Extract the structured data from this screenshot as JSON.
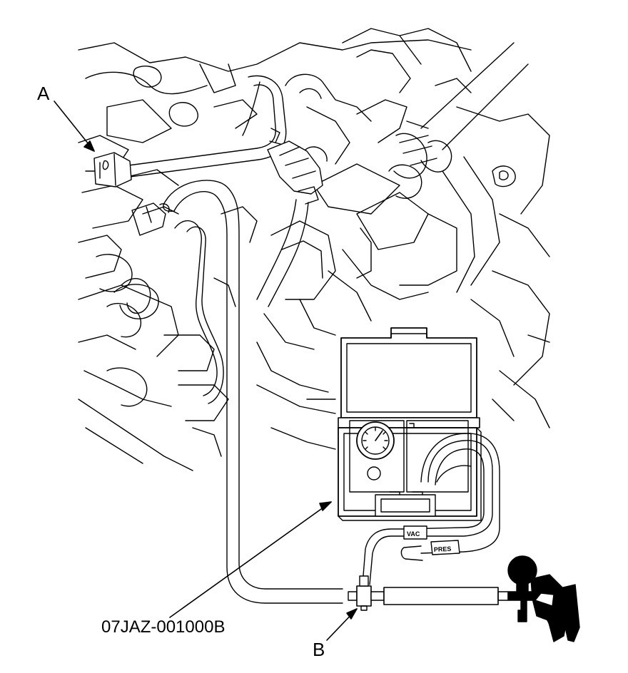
{
  "labels": {
    "a": "A",
    "b": "B",
    "part_number": "07JAZ-001000B",
    "vac_tag": "VAC",
    "pres_tag": "PRES"
  }
}
